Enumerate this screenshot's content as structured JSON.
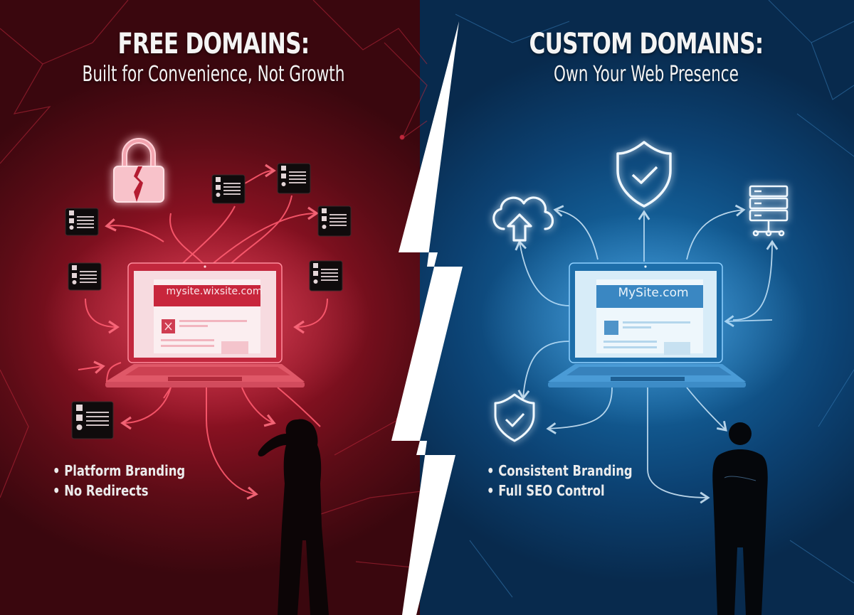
{
  "left_panel": {
    "title": "FREE DOMAINS:",
    "subtitle": "Built for Convenience, Not Growth",
    "screen_domain": "mysite.wixsite.com",
    "bullets": [
      "Platform Branding",
      "No Redirects"
    ],
    "icons": [
      "broken-lock-icon",
      "id-card-icon",
      "id-card-icon",
      "id-card-icon",
      "id-card-icon",
      "id-card-icon",
      "id-card-icon",
      "id-card-icon"
    ],
    "figure": "frustrated-person-silhouette",
    "colors": {
      "bg_dark": "#3a070e",
      "bg_glow": "#b8182e",
      "line": "#ff5a6e"
    }
  },
  "right_panel": {
    "title": "CUSTOM DOMAINS:",
    "subtitle": "Own Your Web Presence",
    "screen_domain": "MySite.com",
    "bullets": [
      "Consistent Branding",
      "Full SEO Control"
    ],
    "icons": [
      "cloud-upload-icon",
      "shield-check-icon",
      "server-icon",
      "shield-check-icon"
    ],
    "figure": "confident-person-silhouette",
    "colors": {
      "bg_dark": "#082a4d",
      "bg_glow": "#1e78b8",
      "line": "#cfe8fb"
    }
  },
  "divider": {
    "type": "lightning-bolt",
    "color": "#ffffff"
  }
}
